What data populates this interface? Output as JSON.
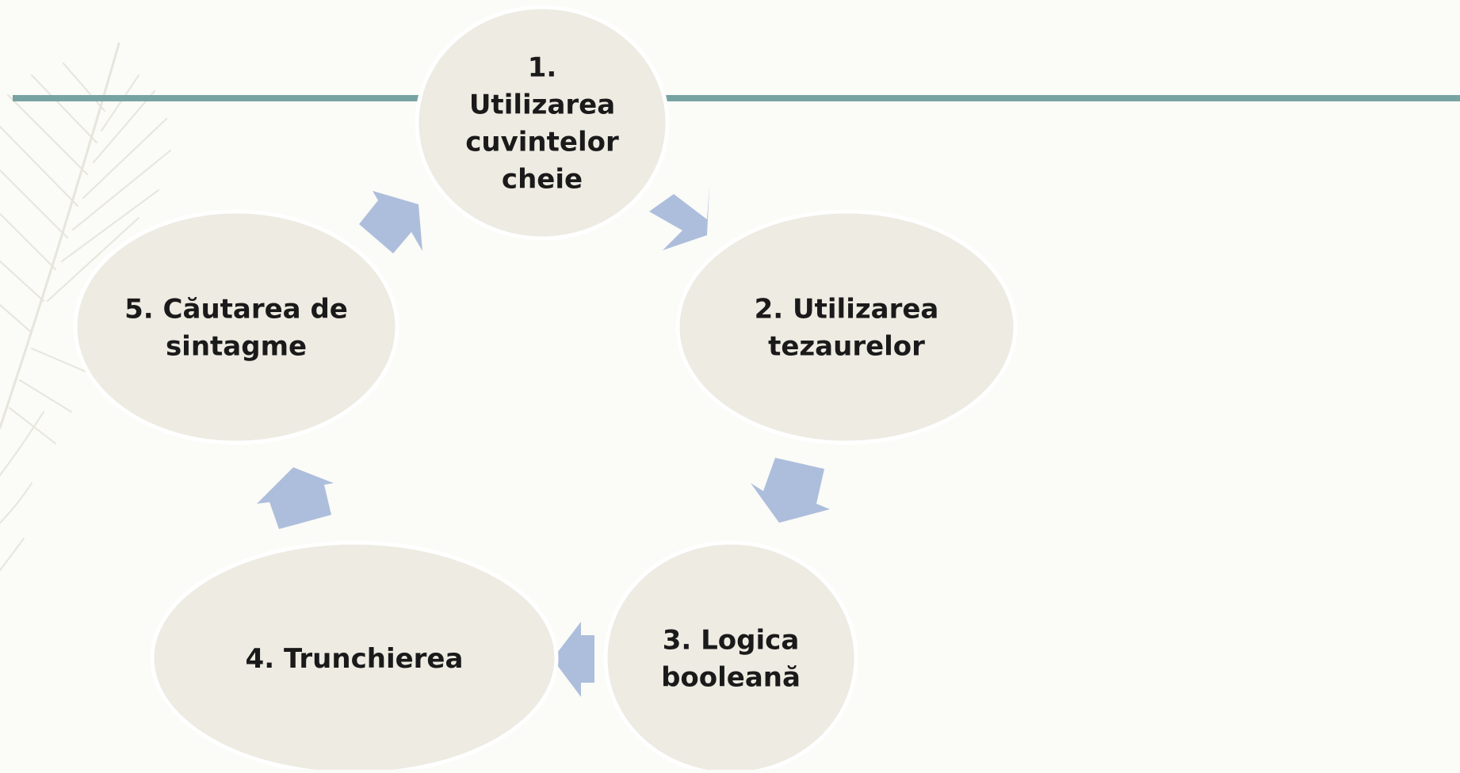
{
  "diagram": {
    "type": "cycle",
    "nodes": [
      {
        "id": "n1",
        "lines": [
          "1.",
          "Utilizarea",
          "cuvintelor",
          "cheie"
        ]
      },
      {
        "id": "n2",
        "lines": [
          "2. Utilizarea",
          "tezaurelor"
        ]
      },
      {
        "id": "n3",
        "lines": [
          "3. Logica",
          "booleană"
        ]
      },
      {
        "id": "n4",
        "lines": [
          "4. Trunchierea"
        ]
      },
      {
        "id": "n5",
        "lines": [
          "5. Căutarea de",
          "sintagme"
        ]
      }
    ],
    "edges": [
      {
        "from": "n1",
        "to": "n2"
      },
      {
        "from": "n2",
        "to": "n3"
      },
      {
        "from": "n3",
        "to": "n4"
      },
      {
        "from": "n4",
        "to": "n5"
      },
      {
        "from": "n5",
        "to": "n1"
      }
    ]
  },
  "colors": {
    "background": "#fbfbf7",
    "node_fill": "#edebe2",
    "node_stroke": "#ffffff",
    "arrow": "#adbedc",
    "rule_line": "#78a3a3",
    "palm": "#e7e5dc",
    "text": "#1a1a1a"
  },
  "icons": {
    "decoration": "palm-leaf-icon"
  }
}
